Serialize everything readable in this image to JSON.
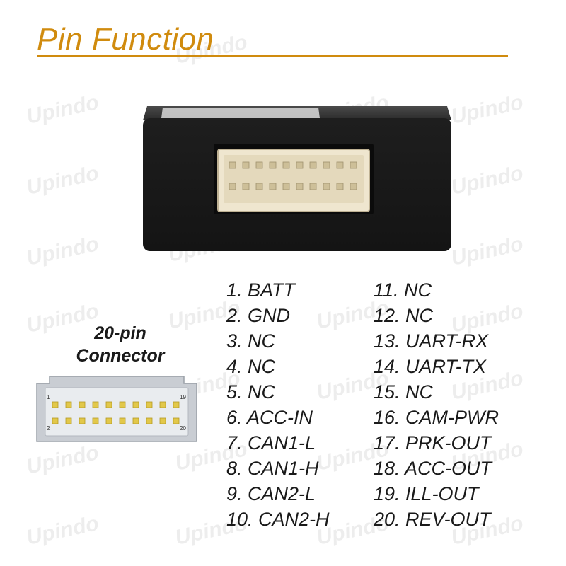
{
  "header": {
    "title": "Pin Function"
  },
  "colors": {
    "accent": "#D08B0E",
    "text": "#1A1A1A",
    "connector_body": "#C9CDD3",
    "pin": "#E2C84A"
  },
  "watermark": {
    "text": "Upindo"
  },
  "connector": {
    "caption_line1": "20-pin",
    "caption_line2": "Connector",
    "pin_labels": [
      "1",
      "19",
      "2",
      "20"
    ]
  },
  "pins": {
    "left": [
      "1. BATT",
      "2. GND",
      "3. NC",
      "4. NC",
      "5. NC",
      "6. ACC-IN",
      "7. CAN1-L",
      "8. CAN1-H",
      "9. CAN2-L",
      "10. CAN2-H"
    ],
    "right": [
      "11. NC",
      "12. NC",
      "13. UART-RX",
      "14. UART-TX",
      "15. NC",
      "16. CAM-PWR",
      "17. PRK-OUT",
      "18. ACC-OUT",
      "19. ILL-OUT",
      "20. REV-OUT"
    ]
  }
}
